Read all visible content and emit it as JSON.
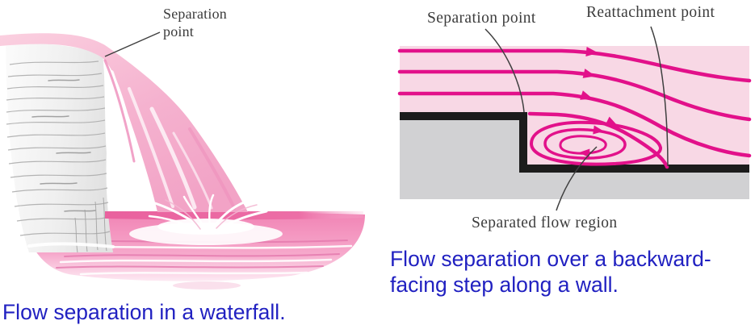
{
  "left_panel": {
    "separation_label_line1": "Separation",
    "separation_label_line2": "point",
    "caption": "Flow separation in a waterfall."
  },
  "right_panel": {
    "separation_label": "Separation point",
    "reattachment_label": "Reattachment point",
    "separated_region_label": "Separated flow region",
    "caption_line1": "Flow separation over a backward-",
    "caption_line2": "facing step along a wall."
  },
  "colors": {
    "streamline_magenta": "#e2118a",
    "flow_region_pink": "#f8d8e5",
    "wall_gray": "#d1d1d3",
    "wall_edge_black": "#1c1c1c",
    "leader_line_gray": "#3f3f3f",
    "caption_blue": "#2121c1",
    "label_gray": "#3c3c3c",
    "waterfall_pink": "#f2a3c6",
    "pool_pink": "#f183b4"
  }
}
